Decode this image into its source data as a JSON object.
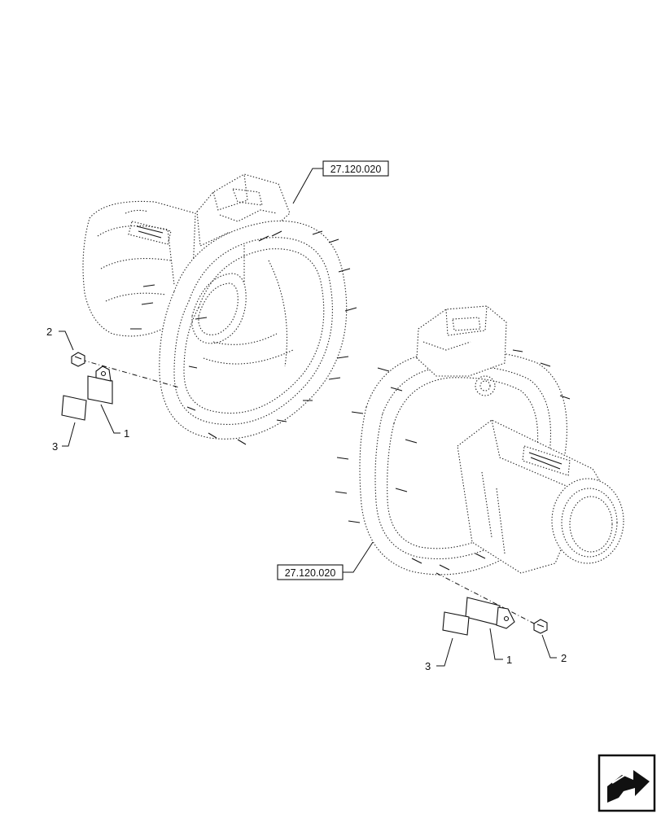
{
  "callouts": {
    "ref_top": "27.120.020",
    "ref_bottom": "27.120.020",
    "left_group": {
      "n1": "1",
      "n2": "2",
      "n3": "3"
    },
    "right_group": {
      "n1": "1",
      "n2": "2",
      "n3": "3"
    }
  },
  "icons": {
    "nav": "next-page-arrow-icon"
  }
}
